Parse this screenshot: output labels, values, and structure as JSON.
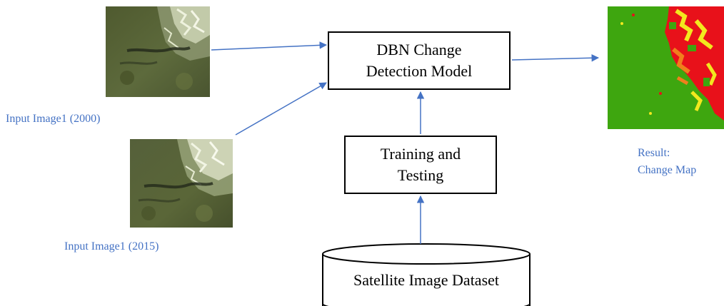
{
  "model_box": {
    "line1": "DBN Change",
    "line2": "Detection Model"
  },
  "training_box": {
    "line1": "Training and",
    "line2": "Testing"
  },
  "dataset": {
    "label": "Satellite Image Dataset"
  },
  "inputs": [
    {
      "caption": "Input Image1 (2000)"
    },
    {
      "caption": "Input Image1 (2015)"
    }
  ],
  "result": {
    "line1": "Result:",
    "line2": "Change Map"
  },
  "colors": {
    "caption": "#4472c4",
    "arrow": "#4472c4",
    "change_green": "#3ea60f",
    "change_red": "#e8111a",
    "change_yellow": "#f2e81e",
    "change_orange": "#f07f1c"
  }
}
